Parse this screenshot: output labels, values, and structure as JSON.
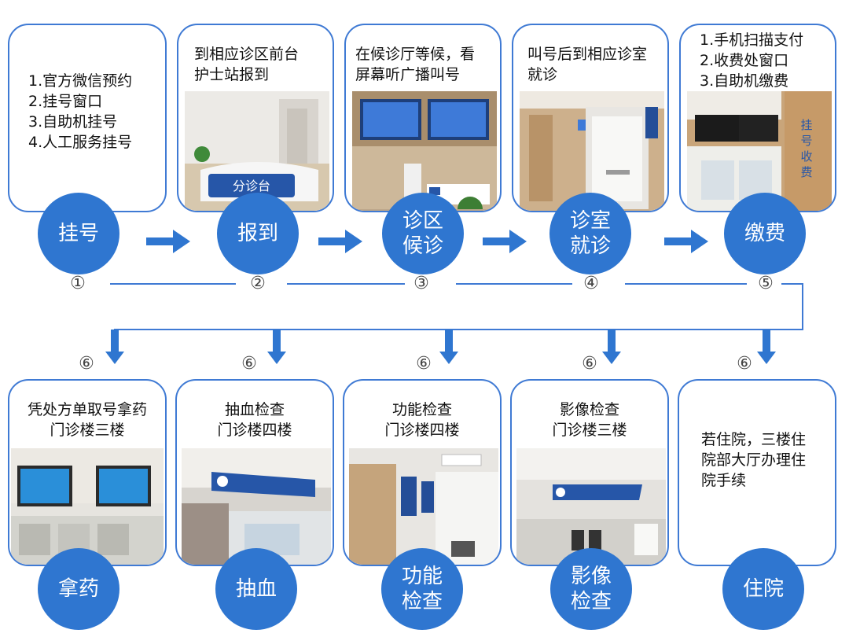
{
  "top_steps": [
    {
      "circle": "挂号",
      "number": "①",
      "card_text": "1.官方微信预约\n2.挂号窗口\n3.自助机挂号\n4.人工服务挂号",
      "photo_sign": ""
    },
    {
      "circle": "报到",
      "number": "②",
      "card_text": "到相应诊区前台\n护士站报到",
      "photo_sign": "分诊台"
    },
    {
      "circle": "诊区\n候诊",
      "number": "③",
      "card_text": "在候诊厅等候，看\n屏幕听广播叫号",
      "photo_sign": ""
    },
    {
      "circle": "诊室\n就诊",
      "number": "④",
      "card_text": "叫号后到相应诊室\n就诊",
      "photo_sign": ""
    },
    {
      "circle": "缴费",
      "number": "⑤",
      "card_text": "1.手机扫描支付\n2.收费处窗口\n3.自助机缴费",
      "photo_sign": "挂\n号\n收\n费"
    }
  ],
  "bottom_steps": [
    {
      "circle": "拿药",
      "number": "⑥",
      "card_text": "凭处方单取号拿药\n门诊楼三楼"
    },
    {
      "circle": "抽血",
      "number": "⑥",
      "card_text": "抽血检查\n门诊楼四楼"
    },
    {
      "circle": "功能\n检查",
      "number": "⑥",
      "card_text": "功能检查\n门诊楼四楼"
    },
    {
      "circle": "影像\n检查",
      "number": "⑥",
      "card_text": "影像检查\n门诊楼三楼"
    },
    {
      "circle": "住院",
      "number": "⑥",
      "card_text": "若住院，三楼住\n院部大厅办理住\n院手续"
    }
  ],
  "colors": {
    "accent": "#2f76d0",
    "border": "#3f7ad4"
  }
}
